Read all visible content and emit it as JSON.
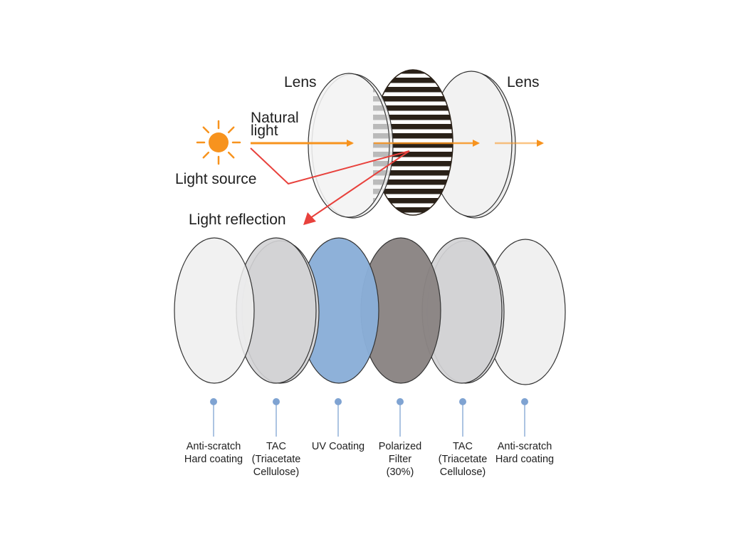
{
  "top": {
    "lens_left_label": "Lens",
    "lens_right_label": "Lens",
    "natural_light_label": [
      "Natural",
      "light"
    ],
    "light_source_label": "Light source",
    "light_reflection_label": "Light reflection"
  },
  "layers": [
    {
      "label": [
        "Anti-scratch",
        "Hard coating"
      ]
    },
    {
      "label": [
        "TAC",
        "(Triacetate",
        "Cellulose)"
      ]
    },
    {
      "label": [
        "UV Coating"
      ]
    },
    {
      "label": [
        "Polarized",
        "Filter",
        "(30%)"
      ]
    },
    {
      "label": [
        "TAC",
        "(Triacetate",
        "Cellulose)"
      ]
    },
    {
      "label": [
        "Anti-scratch",
        "Hard coating"
      ]
    }
  ],
  "colors": {
    "light_arrow": "#f7931e",
    "reflection": "#e8413c",
    "sun": "#f7931e",
    "filter_stripes": "#2a2118",
    "uv_coating": "#8aaed8",
    "polarized": "#8a8483",
    "tac": "#d3d3d5",
    "hard_coating": "#efefef",
    "pin": "#7fa3d2"
  }
}
